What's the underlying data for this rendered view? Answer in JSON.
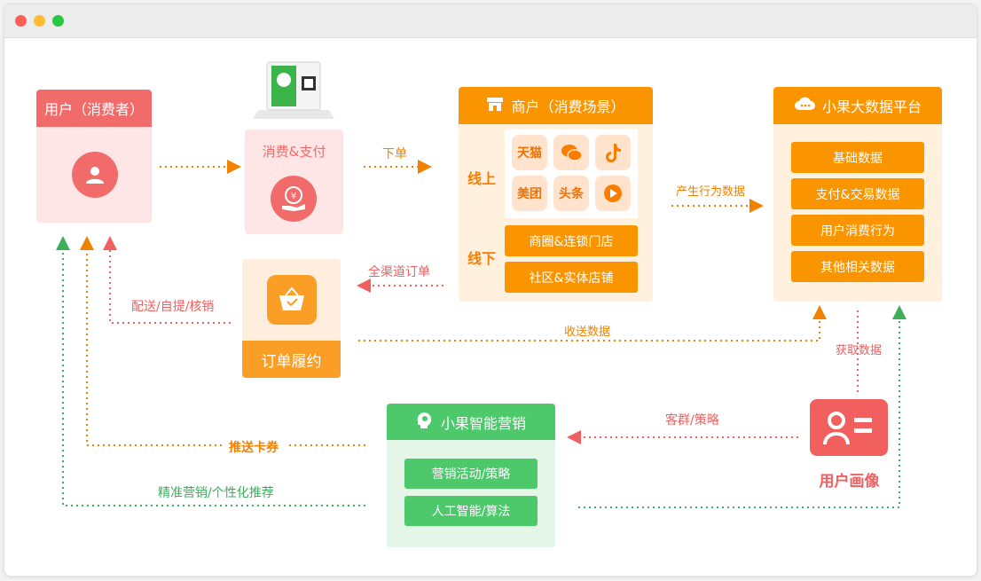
{
  "window": {
    "title_bar": {
      "buttons": [
        "close",
        "minimize",
        "zoom"
      ]
    }
  },
  "nodes": {
    "user": {
      "title": "用户（消费者）",
      "icon": "user-icon"
    },
    "pay": {
      "title": "消费&支付",
      "icon": "yuan-hand-icon"
    },
    "merchant": {
      "title": "商户（消费场景）",
      "icon": "store-icon",
      "online_label": "线上",
      "offline_label": "线下",
      "online_apps": [
        "天猫",
        "微信",
        "抖音",
        "美团",
        "头条",
        "快手"
      ],
      "offline_items": [
        "商圈&连锁门店",
        "社区&实体店铺"
      ]
    },
    "bigdata": {
      "title": "小果大数据平台",
      "icon": "cloud-icon",
      "items": [
        "基础数据",
        "支付&交易数据",
        "用户消费行为",
        "其他相关数据"
      ]
    },
    "order": {
      "title": "订单履约",
      "icon": "basket-icon"
    },
    "marketing": {
      "title": "小果智能营销",
      "icon": "brain-icon",
      "items": [
        "营销活动/策略",
        "人工智能/算法"
      ]
    },
    "portrait": {
      "title": "用户画像",
      "icon": "id-card-icon"
    }
  },
  "edges": {
    "place_order": "下单",
    "behavior_data": "产生行为数据",
    "all_channel_order": "全渠道订单",
    "delivery": "配送/自提/核销",
    "receive_data": "收送数据",
    "fetch_data": "获取数据",
    "segment_strategy": "客群/策略",
    "push_coupon": "推送卡券",
    "precise_marketing": "精准营销/个性化推荐"
  },
  "colors": {
    "red": "#f26b6b",
    "orange": "#fa9500",
    "green": "#4dc96b",
    "pink_bg": "#ffe6e6",
    "cream_bg": "#fff1de",
    "mint_bg": "#e4f6e8"
  }
}
